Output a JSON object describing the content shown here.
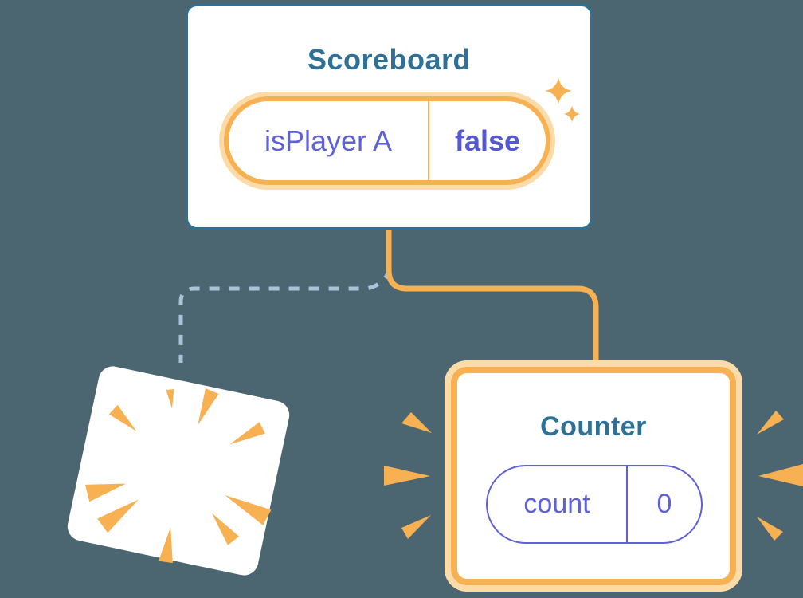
{
  "diagram_title": "React component state preservation diagram",
  "scoreboard": {
    "title": "Scoreboard",
    "state": {
      "name": "isPlayer A",
      "value": "false"
    }
  },
  "counter": {
    "title": "Counter",
    "state": {
      "name": "count",
      "value": "0"
    }
  },
  "connections": {
    "dashed_removed_branch": "Scoreboard to destroyed card (state lost)",
    "solid_active_branch": "Scoreboard to Counter (fresh mount)"
  },
  "icons": {
    "sparkle": "sparkle-icon",
    "poof": "poof-burst-icon",
    "emphasis": "emphasis-burst-marks"
  },
  "colors": {
    "background": "#4C6671",
    "card_border_blue": "#2F7096",
    "title_text": "#2F7096",
    "orange": "#F7B152",
    "orange_light": "#FBDCA8",
    "purple": "#5E61D8",
    "purple_bold": "#5558D2",
    "dashed_line": "#A9C4D8",
    "card_white": "#FFFFFF"
  }
}
